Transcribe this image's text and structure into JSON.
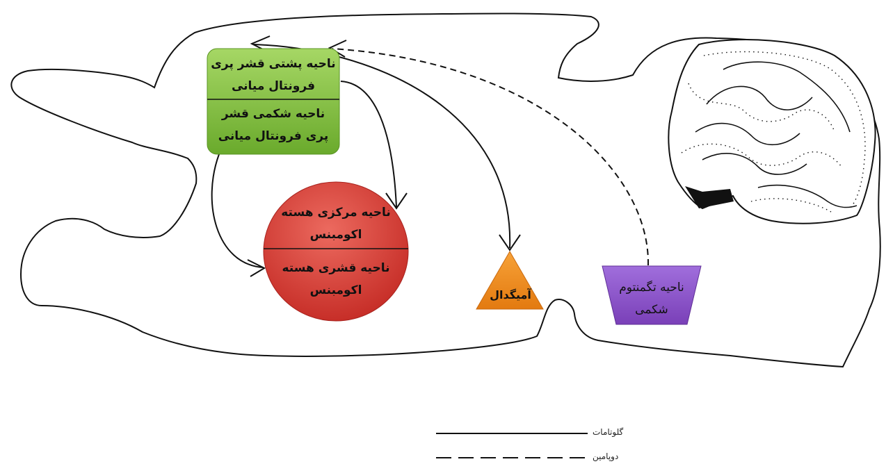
{
  "regions": {
    "prelimbic": "ناحیه پشتی قشر پری فرونتال میانی",
    "infralimbic": "ناحیه شکمی قشر پری فرونتال میانی",
    "nac_core": "ناحیه مرکزی هسته اکومبنس",
    "nac_shell": "ناحیه قشری هسته اکومبنس",
    "amygdala": "آمیگدال",
    "vta": "ناحیه تگمنتوم شکمی"
  },
  "legend": {
    "glutamate": "گلوتامات",
    "dopamine": "دوپامین"
  },
  "colors": {
    "prefrontal_box": "#7fbd3a",
    "accumbens_circle": "#d63a33",
    "amygdala_triangle": "#f08c1c",
    "vta_trapezoid": "#8a52c4",
    "outline": "#111111"
  },
  "icons": {
    "cerebellum": "cerebellum-icon"
  }
}
